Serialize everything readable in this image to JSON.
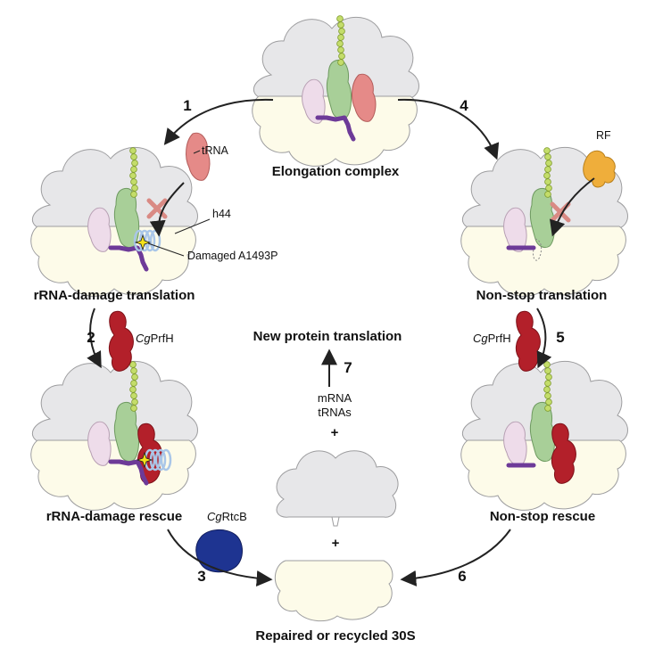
{
  "states": {
    "elongation": "Elongation complex",
    "rrna_damage_translation": "rRNA-damage translation",
    "rrna_damage_rescue": "rRNA-damage rescue",
    "nonstop_translation": "Non-stop translation",
    "nonstop_rescue": "Non-stop rescue",
    "recycled": "Repaired or recycled 30S",
    "new_translation": "New protein translation"
  },
  "steps": [
    "1",
    "2",
    "3",
    "4",
    "5",
    "6",
    "7"
  ],
  "annotations": {
    "trna": "tRNA",
    "h44": "h44",
    "damaged": "Damaged A1493P",
    "rf": "RF",
    "prfh_prefix": "Cg",
    "prfh_suffix": "PrfH",
    "rtcb_prefix": "Cg",
    "rtcb_suffix": "RtcB",
    "mrna": "mRNA",
    "trnas": "tRNAs",
    "plus": "+"
  },
  "colors": {
    "large_subunit": "#e7e7e9",
    "small_subunit": "#fdfbe9",
    "p_site_trna": "#a8cf98",
    "e_site_trna": "#eedcea",
    "a_site_trna": "#e58a88",
    "peptide": "#c4dd6a",
    "mrna": "#6d3a98",
    "prfh": "#b3202a",
    "rtcb": "#1e3491",
    "release_factor": "#efae3b",
    "h44_helix": "#a9c6e8",
    "block_cross": "#d98a84"
  }
}
